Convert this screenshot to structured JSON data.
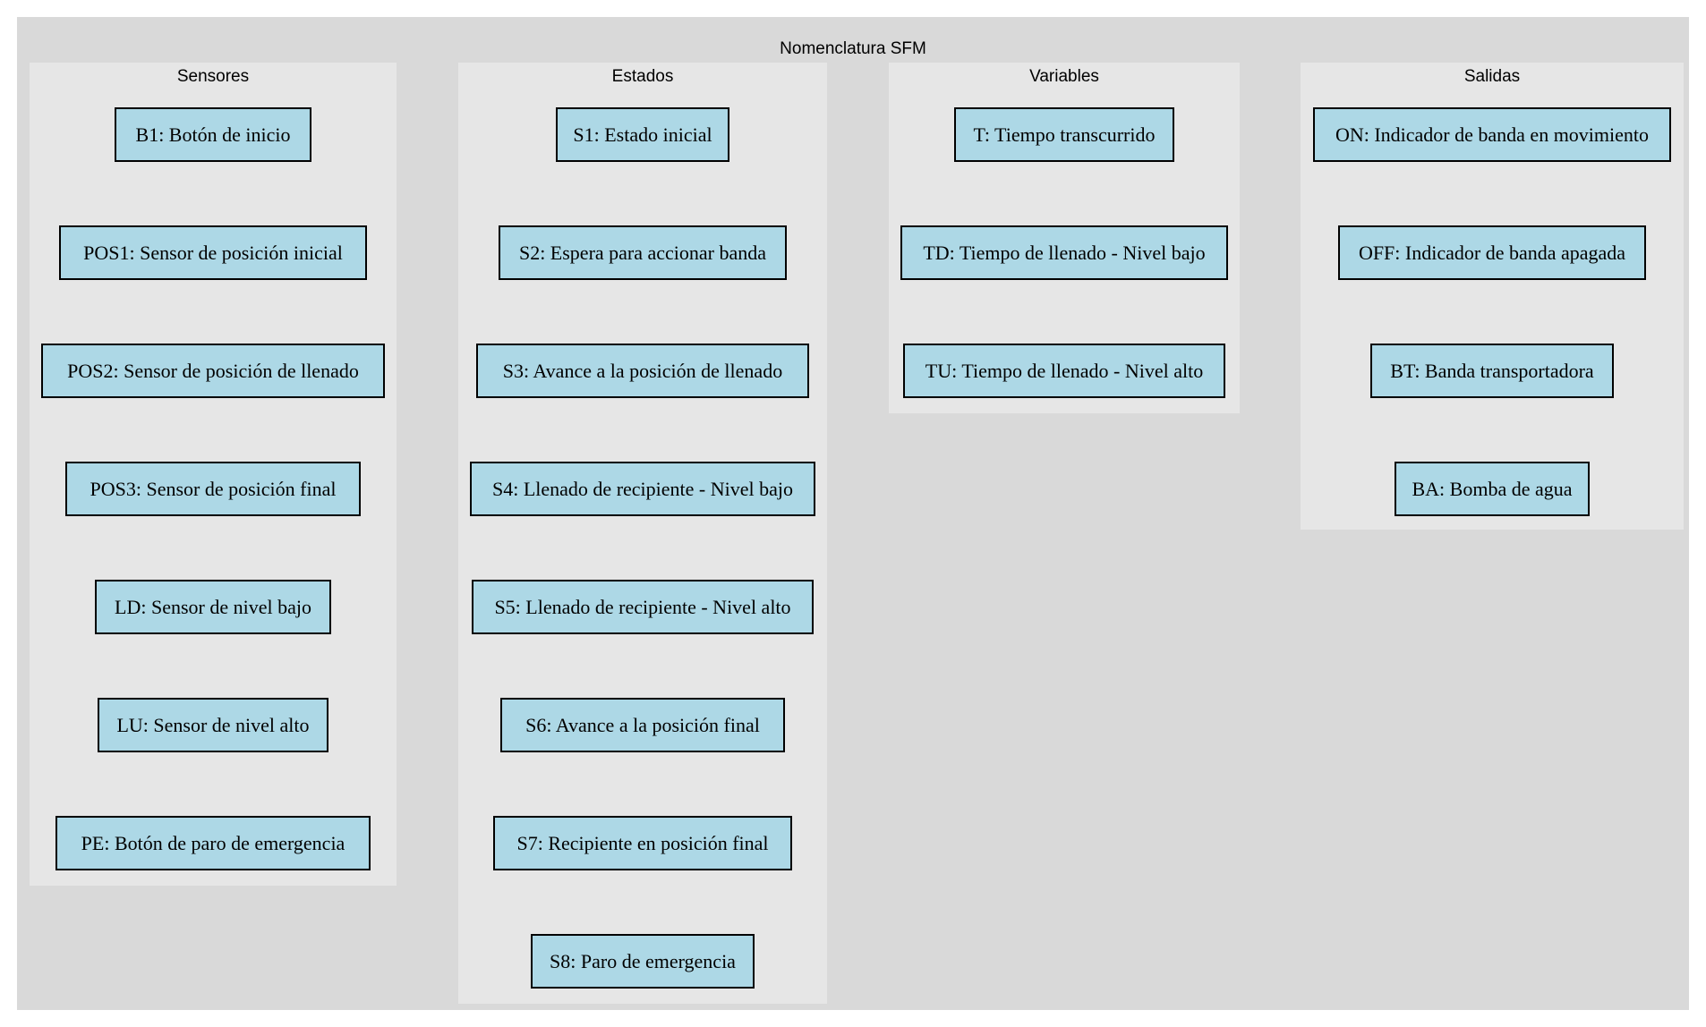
{
  "colors": {
    "background": "#ffffff",
    "outer_cluster": "#d9d9d9",
    "inner_cluster": "#e6e6e6",
    "node_fill": "#add8e6",
    "node_border": "#000000"
  },
  "title": "Nomenclatura SFM",
  "clusters": {
    "sensores": {
      "title": "Sensores",
      "nodes": [
        "B1: Botón de inicio",
        "POS1: Sensor de posición inicial",
        "POS2: Sensor de posición de llenado",
        "POS3: Sensor de posición final",
        "LD: Sensor de nivel bajo",
        "LU: Sensor de nivel alto",
        "PE: Botón de paro de emergencia"
      ]
    },
    "estados": {
      "title": "Estados",
      "nodes": [
        "S1: Estado inicial",
        "S2: Espera para accionar banda",
        "S3: Avance a la posición de llenado",
        "S4: Llenado de recipiente - Nivel bajo",
        "S5: Llenado de recipiente - Nivel alto",
        "S6: Avance a la posición final",
        "S7: Recipiente en posición final",
        "S8: Paro de emergencia"
      ]
    },
    "variables": {
      "title": "Variables",
      "nodes": [
        "T: Tiempo transcurrido",
        "TD: Tiempo de llenado - Nivel bajo",
        "TU: Tiempo de llenado - Nivel alto"
      ]
    },
    "salidas": {
      "title": "Salidas",
      "nodes": [
        "ON: Indicador de banda en movimiento",
        "OFF: Indicador de banda apagada",
        "BT: Banda transportadora",
        "BA: Bomba de agua"
      ]
    }
  }
}
